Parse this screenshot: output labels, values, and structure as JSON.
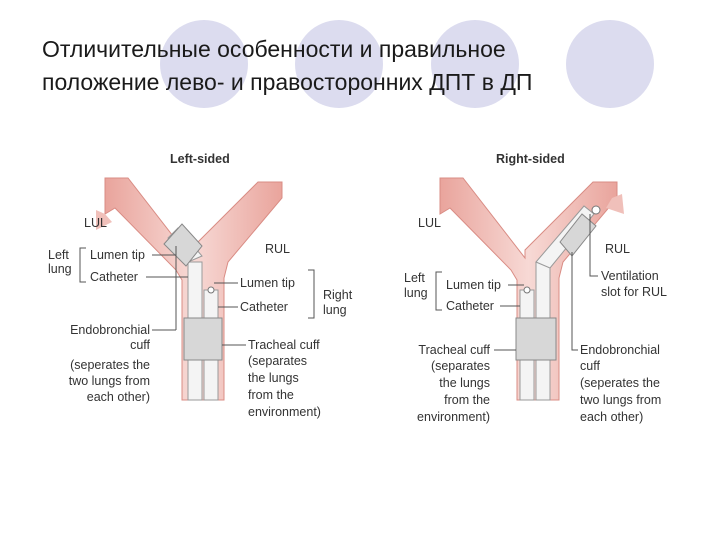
{
  "title": {
    "line1": "Отличительные особенности и правильное",
    "line2": "положение лево- и правосторонних ДПТ в ДП"
  },
  "left_panel": {
    "heading": "Left-sided",
    "lul": "LUL",
    "rul": "RUL",
    "left_lung_1": "Left",
    "left_lung_2": "lung",
    "lumen_tip_left": "Lumen tip",
    "catheter_left": "Catheter",
    "lumen_tip_right": "Lumen tip",
    "catheter_right": "Catheter",
    "right_lung_1": "Right",
    "right_lung_2": "lung",
    "endo_cuff": [
      "Endobronchial",
      "cuff",
      "(seperates the",
      "two lungs from",
      "each other)"
    ],
    "tracheal_cuff": [
      "Tracheal cuff",
      "(separates",
      "the lungs",
      "from the",
      "environment)"
    ]
  },
  "right_panel": {
    "heading": "Right-sided",
    "lul": "LUL",
    "rul": "RUL",
    "left_lung_1": "Left",
    "left_lung_2": "lung",
    "lumen_tip": "Lumen tip",
    "catheter": "Catheter",
    "ventilation": [
      "Ventilation",
      "slot for RUL"
    ],
    "tracheal_cuff": [
      "Tracheal cuff",
      "(separates",
      "the lungs",
      "from the",
      "environment)"
    ],
    "endo_cuff": [
      "Endobronchial",
      "cuff",
      "(seperates the",
      "two lungs from",
      "each other)"
    ]
  },
  "colors": {
    "airway": "#f2c6c1",
    "airway_dark": "#e59a92",
    "cuff": "#d7d7d7",
    "tube": "#f4f4f4",
    "deco": "#dcdcef"
  }
}
